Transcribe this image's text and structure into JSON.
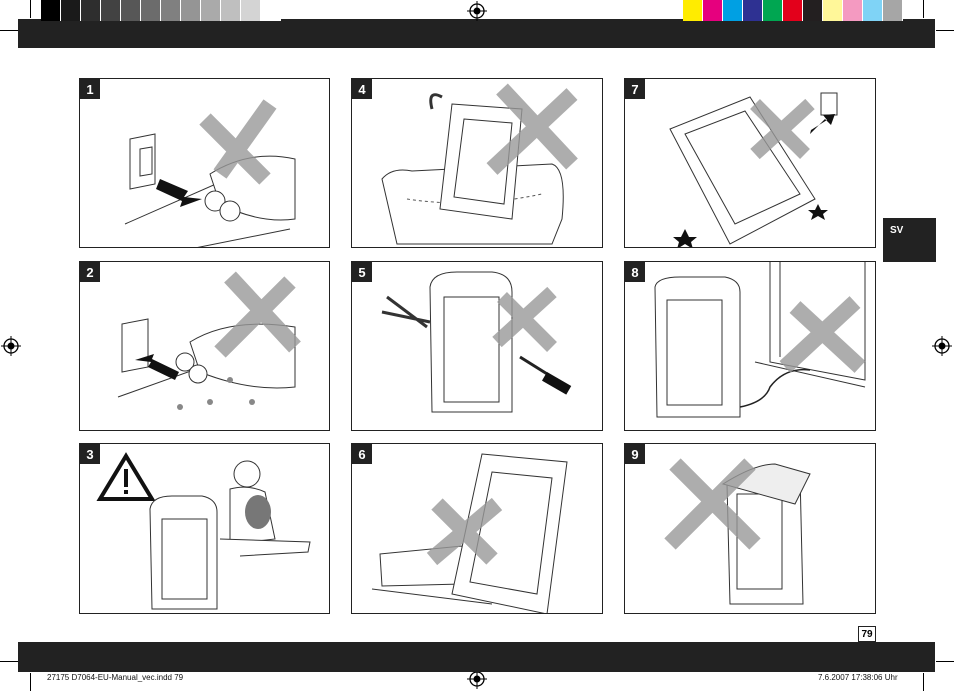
{
  "color_strip_left": [
    "#000000",
    "#1a1a1a",
    "#2e2e2e",
    "#424242",
    "#575757",
    "#6c6c6c",
    "#808080",
    "#959595",
    "#aaaaaa",
    "#bfbfbf",
    "#d4d4d4",
    "#ffffff"
  ],
  "color_strip_right": [
    "#ffec00",
    "#e6007e",
    "#00a0e3",
    "#2e3192",
    "#00a651",
    "#e3001b",
    "#231f20",
    "#fff799",
    "#f49ac1",
    "#7fd3f6",
    "#a6a6a6"
  ],
  "panels": [
    {
      "number": "1",
      "scene": "unplugging with wet hand prohibited"
    },
    {
      "number": "4",
      "scene": "immersion in water prohibited"
    },
    {
      "number": "7",
      "scene": "tipped over prohibited"
    },
    {
      "number": "2",
      "scene": "wet hands prohibited"
    },
    {
      "number": "5",
      "scene": "disassembly prohibited"
    },
    {
      "number": "8",
      "scene": "cord under door prohibited"
    },
    {
      "number": "3",
      "scene": "child warning"
    },
    {
      "number": "6",
      "scene": "place on stable surface"
    },
    {
      "number": "9",
      "scene": "covering prohibited"
    }
  ],
  "lang_tab": "SV",
  "page_number": "79",
  "footer_left": "27175 D7064-EU-Manual_vec.indd   79",
  "footer_right": "7.6.2007   17:38:06 Uhr"
}
